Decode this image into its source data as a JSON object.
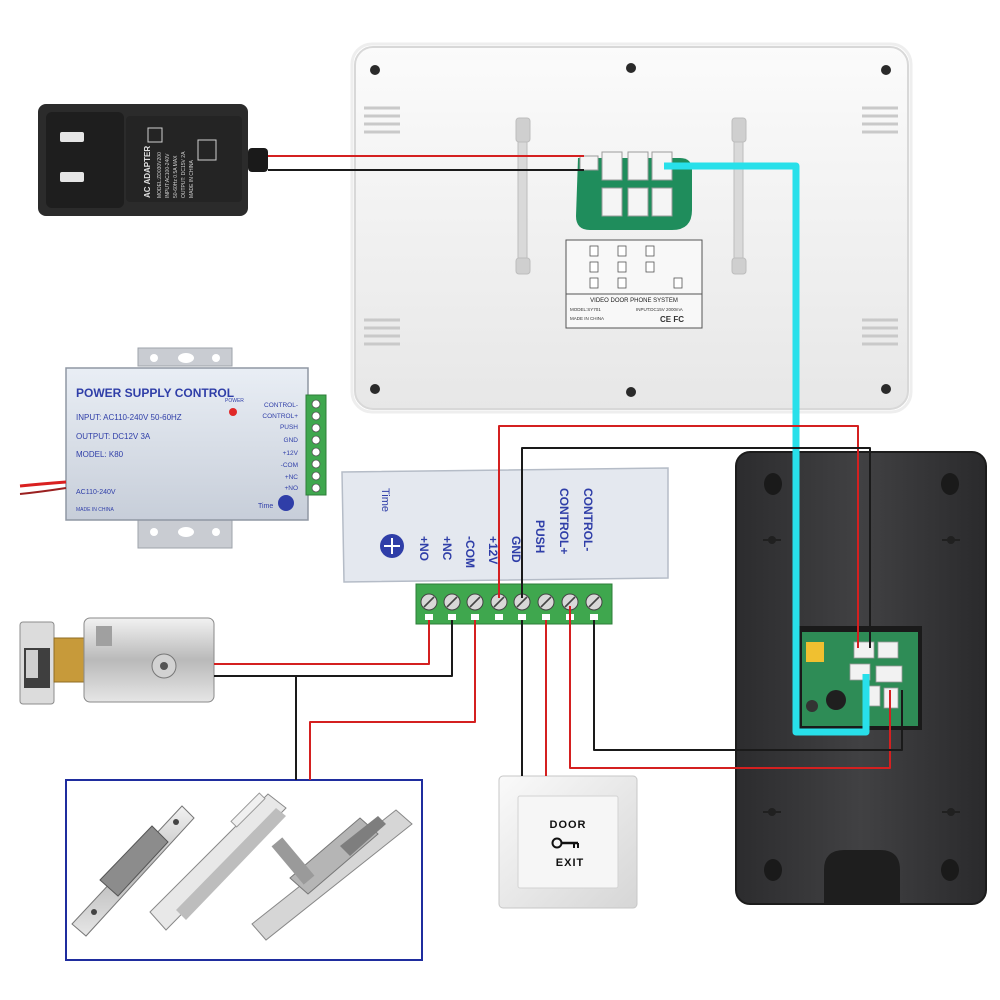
{
  "adapter": {
    "label": "AC ADAPTER",
    "lines": [
      "MODEL:ZD030V200",
      "INPUT:AC100-240V",
      "50-60Hz 0.5A MAX",
      "OUTPUT: DC15V 2A",
      "MADE IN CHINA"
    ]
  },
  "monitor": {
    "sticker_title": "VIDEO DOOR PHONE SYSTEM",
    "sticker_model": "MODEL:SY701",
    "sticker_input": "INPUT:DC15V 2000mA",
    "sticker_origin": "MADE IN CHINA",
    "certs": "CE FC"
  },
  "psu": {
    "title": "POWER SUPPLY CONTROL",
    "input": "INPUT: AC110-240V  50-60HZ",
    "output": "OUTPUT: DC12V  3A",
    "model": "MODEL: K80",
    "ac_label": "AC110-240V",
    "made": "MADE IN CHINA",
    "power_led": "POWER",
    "time": "Time",
    "terminals": [
      "CONTROL-",
      "CONTROL+",
      "PUSH",
      "GND",
      "+12V",
      "-COM",
      "+NC",
      "+NO"
    ]
  },
  "psu_zoom": {
    "time": "Time",
    "terminals": [
      "+NO",
      "+NC",
      "-COM",
      "+12V",
      "GND",
      "PUSH",
      "CONTROL+",
      "CONTROL-"
    ]
  },
  "exit_button": {
    "top": "DOOR",
    "bottom": "EXIT"
  },
  "colors": {
    "red_wire": "#d42020",
    "black_wire": "#1a1a1a",
    "video_wire": "#28e0ea",
    "lock_box_border": "#1f2d9e",
    "camera_body": "#3a3a3c",
    "monitor_body": "#f4f4f4"
  }
}
